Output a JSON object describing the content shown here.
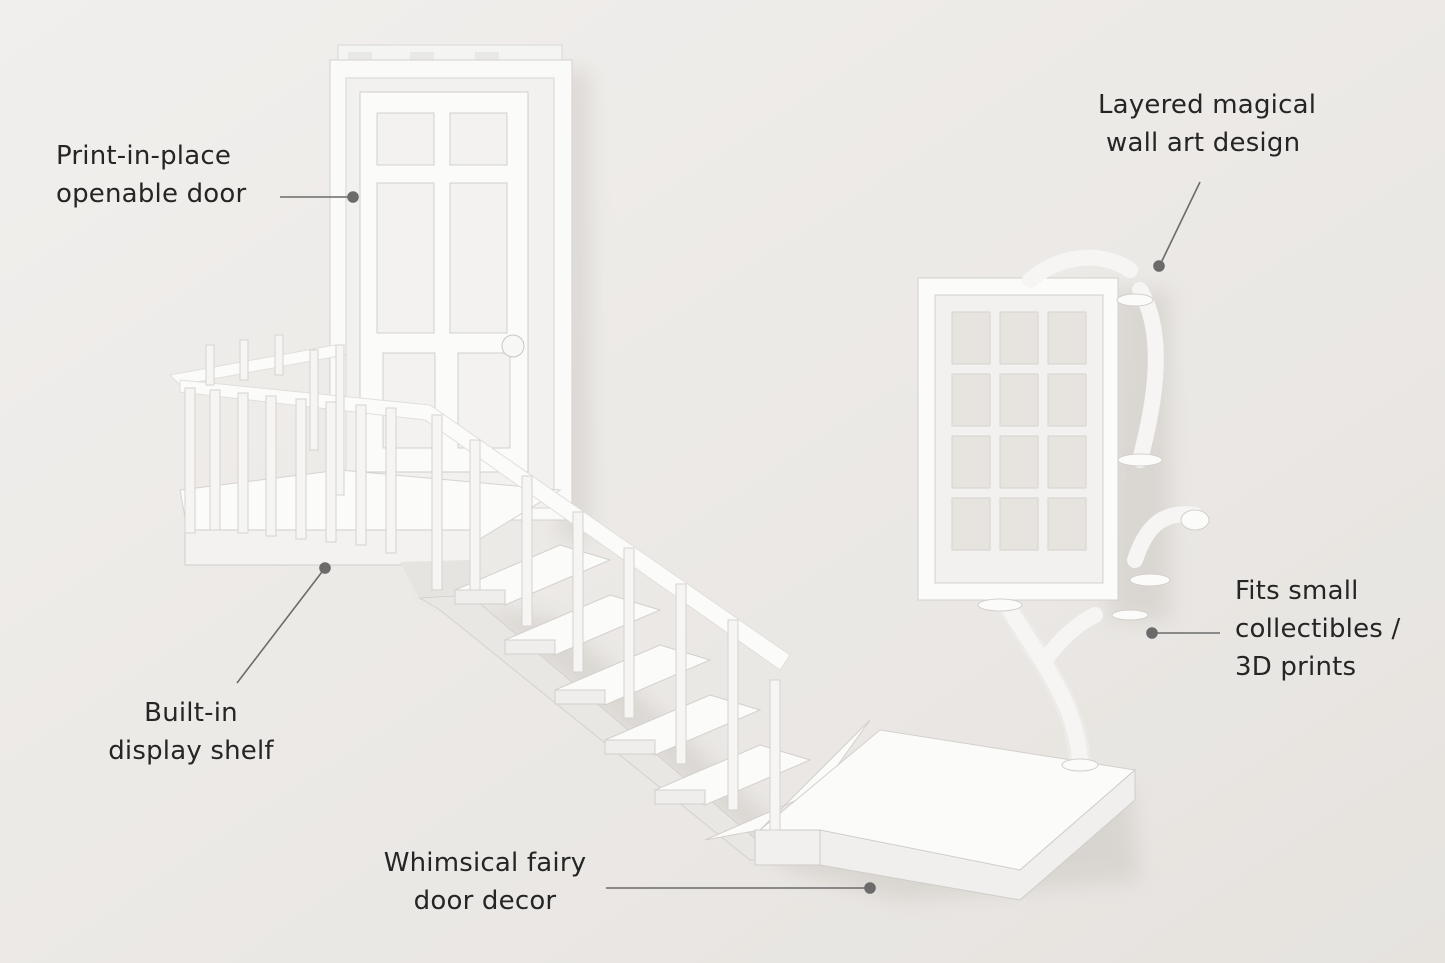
{
  "callouts": {
    "door": {
      "lines": [
        "Print-in-place",
        "openable door"
      ]
    },
    "wall_art": {
      "lines": [
        "Layered magical",
        "wall art design"
      ]
    },
    "shelf": {
      "lines": [
        "Built-in",
        "display shelf"
      ]
    },
    "collectibles": {
      "lines": [
        "Fits small",
        "collectibles /",
        "3D prints"
      ]
    },
    "fairy": {
      "lines": [
        "Whimsical fairy",
        "door decor"
      ]
    }
  },
  "colors": {
    "background": "#ece9e6",
    "model": "#fbfbfa",
    "line": "#6b6b6b"
  }
}
